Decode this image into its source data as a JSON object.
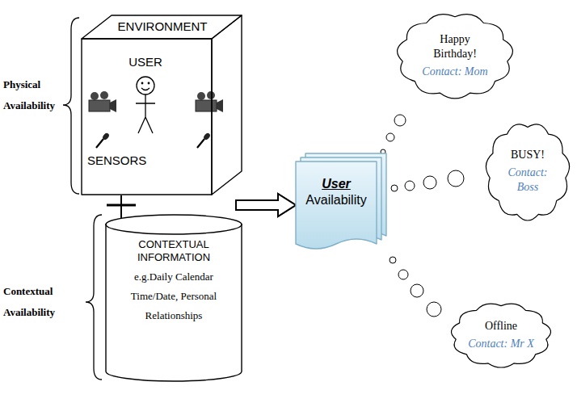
{
  "diagram": {
    "nodes": [
      {
        "text": [
          "ENVIRONMENT"
        ]
      },
      {
        "text": [
          "USER"
        ],
        "in": 0
      },
      {
        "text": [
          "SENSORS"
        ],
        "in": 0
      },
      {
        "text": [
          "CONTEXTUAL INFORMATION",
          "e.g.Daily Calendar Time/Date, Personal Relationships"
        ]
      },
      {
        "text": [
          "User",
          "Availability"
        ]
      },
      {
        "text": [
          "Happy Birthday!",
          "Contact: Mom"
        ]
      },
      {
        "text": [
          "BUSY!",
          "Contact: Boss"
        ]
      },
      {
        "text": [
          "Offline",
          "Contact: Mr X"
        ]
      }
    ],
    "edges": [
      {
        "from": 0,
        "to": 4,
        "arrow": "to"
      },
      {
        "from": 3,
        "to": 4,
        "arrow": "to"
      }
    ],
    "labels": [
      "Physical Availability",
      "Contextual Availability"
    ]
  }
}
